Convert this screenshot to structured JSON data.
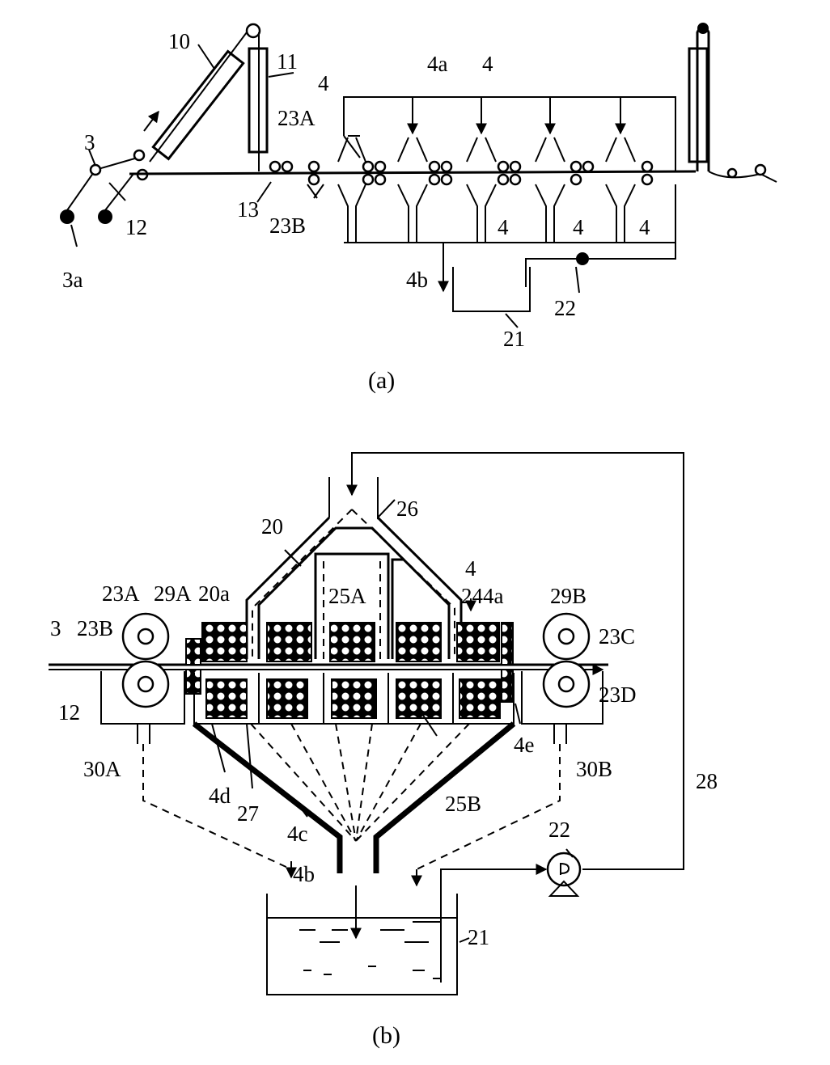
{
  "figure_a": {
    "caption": "(a)",
    "labels": {
      "l10": "10",
      "l11": "11",
      "l4_top": "4",
      "l4a": "4a",
      "l4_top2": "4",
      "l3": "3",
      "l23A": "23A",
      "l13": "13",
      "l12": "12",
      "l23B": "23B",
      "l3a": "3a",
      "l4b": "4b",
      "l4_b1": "4",
      "l4_b2": "4",
      "l4_b3": "4",
      "l22": "22",
      "l21": "21"
    }
  },
  "figure_b": {
    "caption": "(b)",
    "labels": {
      "l20": "20",
      "l26": "26",
      "l23A": "23A",
      "l29A": "29A",
      "l20a": "20a",
      "l25A": "25A",
      "l4": "4",
      "l244a": "244a",
      "l29B": "29B",
      "l3": "3",
      "l23B": "23B",
      "l23C": "23C",
      "l12": "12",
      "l23D": "23D",
      "l30A": "30A",
      "l4d": "4d",
      "l27": "27",
      "l4c": "4c",
      "l25B": "25B",
      "l4e": "4e",
      "l30B": "30B",
      "l28": "28",
      "l22": "22",
      "l4b": "4b",
      "l21": "21"
    }
  }
}
